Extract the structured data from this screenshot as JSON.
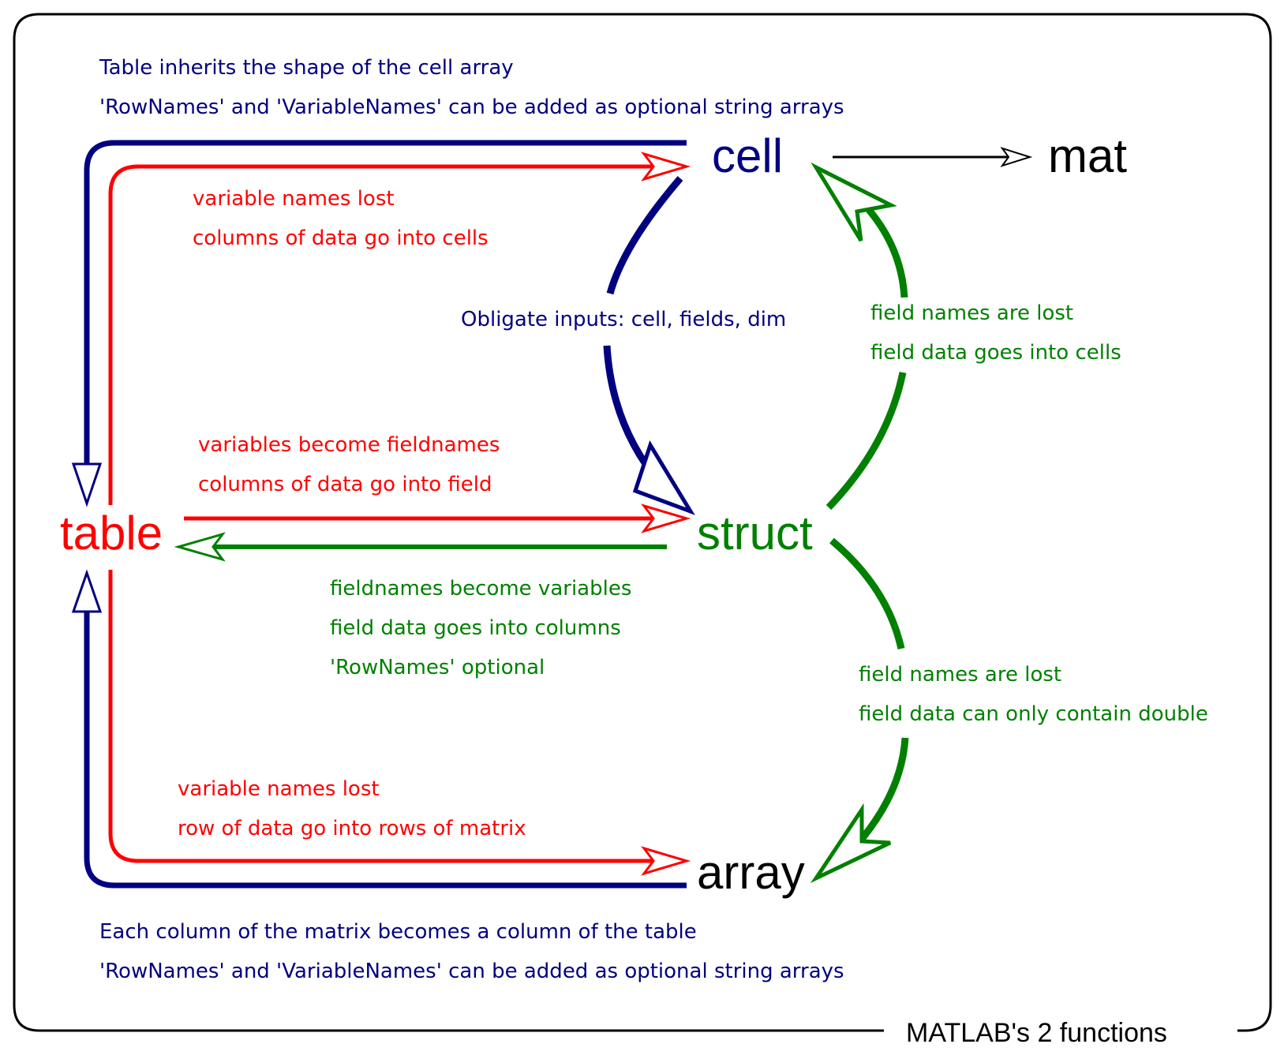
{
  "frame_title": "MATLAB's 2 functions",
  "colors": {
    "navy": "#000080",
    "red": "#ff0000",
    "green": "#008000",
    "black": "#000000"
  },
  "nodes": {
    "cell": "cell",
    "mat": "mat",
    "table": "table",
    "struct": "struct",
    "array": "array"
  },
  "notes": {
    "cell_to_table": [
      "Table inherits the shape of the cell array",
      "'RowNames' and 'VariableNames' can be added as optional string arrays"
    ],
    "table_to_cell": [
      "variable names lost",
      "columns of data go into cells"
    ],
    "cell_to_struct": "Obligate inputs: cell, fields, dim",
    "struct_to_cell": [
      "field names are lost",
      "field data goes into cells"
    ],
    "table_to_struct": [
      "variables become fieldnames",
      "columns of data go into field"
    ],
    "struct_to_table": [
      "fieldnames become variables",
      "field data goes into columns",
      "'RowNames' optional"
    ],
    "struct_to_array": [
      "field names are lost",
      "field data can only contain double"
    ],
    "table_to_array": [
      "variable names lost",
      "row of data go into rows of matrix"
    ],
    "array_to_table": [
      "Each column of the matrix becomes a column of the table",
      "'RowNames' and 'VariableNames' can be added as optional string arrays"
    ]
  }
}
